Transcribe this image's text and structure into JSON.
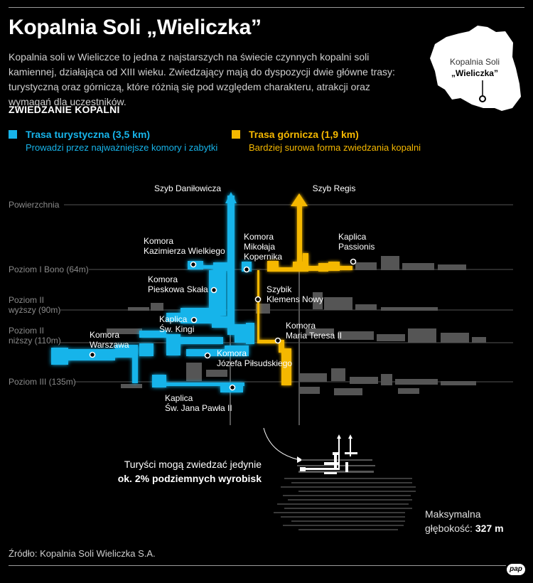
{
  "title": "Kopalnia Soli „Wieliczka”",
  "intro": "Kopalnia soli w Wieliczce to jedna z najstarszych na świecie czynnych kopalni soli kamiennej, działająca od XIII wieku. Zwiedzający mają do dyspozycji dwie główne trasy: turystyczną oraz górniczą, które różnią się pod względem charakteru, atrakcji oraz wymagań dla uczestników.",
  "section_title": "ZWIEDZANIE KOPALNI",
  "legend": {
    "tourist": {
      "name": "Trasa turystyczna (3,5 km)",
      "desc": "Prowadzi przez najważniejsze komory i zabytki",
      "color": "#17b4ea"
    },
    "miner": {
      "name": "Trasa górnicza (1,9 km)",
      "desc": "Bardziej surowa forma zwiedzania kopalni",
      "color": "#f5b800"
    }
  },
  "map": {
    "line1": "Kopalnia Soli",
    "line2": "„Wieliczka”"
  },
  "shafts": {
    "danilowicz": "Szyb Daniłowicza",
    "regis": "Szyb Regis"
  },
  "levels": {
    "surface": "Powierzchnia",
    "l1": "Poziom I Bono (64m)",
    "l2a": "Poziom II",
    "l2a_b": "wyższy (90m)",
    "l2b": "Poziom II",
    "l2b_b": "niższy (110m)",
    "l3": "Poziom III (135m)"
  },
  "chambers": {
    "kazimierz_1": "Komora",
    "kazimierz_2": "Kazimierza Wielkiego",
    "mikolaj_1": "Komora",
    "mikolaj_2": "Mikołaja",
    "mikolaj_3": "Kopernika",
    "passionis_1": "Kaplica",
    "passionis_2": "Passionis",
    "pieskowa_1": "Komora",
    "pieskowa_2": "Pieskowa Skała",
    "klemens_1": "Szybik",
    "klemens_2": "Klemens Nowy",
    "kinga_1": "Kaplica",
    "kinga_2": "Św. Kingi",
    "teresa_1": "Komora",
    "teresa_2": "Maria Teresa II",
    "warszawa_1": "Komora",
    "warszawa_2": "Warszawa",
    "pilsudski_1": "Komora",
    "pilsudski_2": "Józefa Piłsudskiego",
    "jp2_1": "Kaplica",
    "jp2_2": "Św. Jana Pawła II"
  },
  "note": {
    "line1": "Turyści mogą zwiedzać jedynie",
    "line2": "ok. 2% podziemnych wyrobisk"
  },
  "depth": {
    "line1": "Maksymalna",
    "line2_prefix": "głębokość: ",
    "line2_value": "327 m"
  },
  "source": "Źródło: Kopalnia Soli Wieliczka S.A.",
  "logo": "pap"
}
